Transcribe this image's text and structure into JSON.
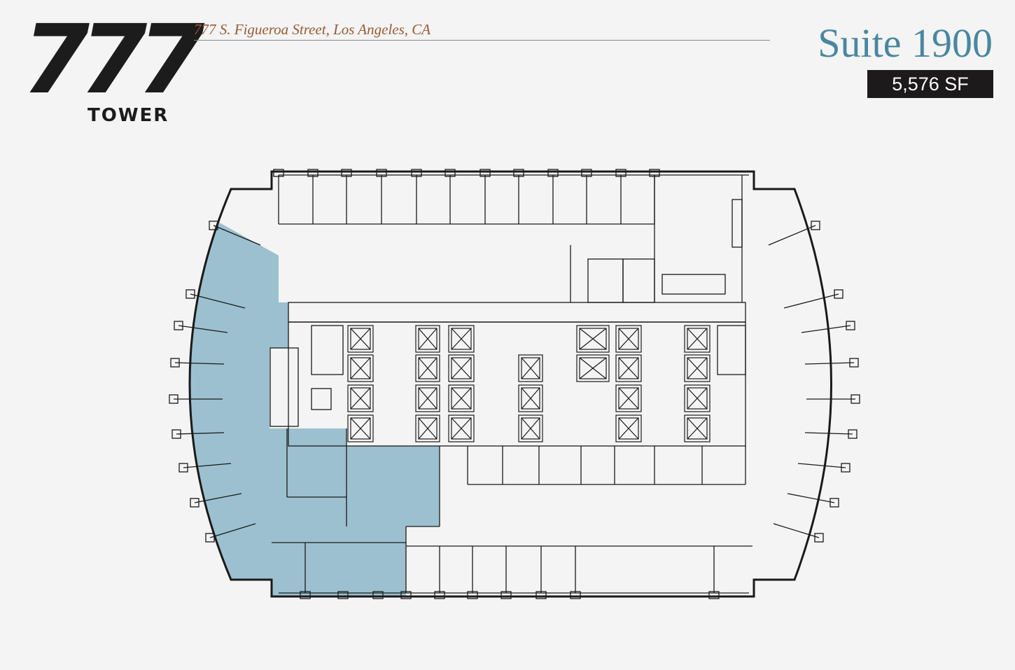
{
  "logo": {
    "number": "777",
    "word": "TOWER"
  },
  "header": {
    "address": "777 S. Figueroa Street, Los Angeles, CA",
    "suite": "Suite 1900",
    "area": "5,576 SF"
  },
  "colors": {
    "suite_highlight": "#9cc0d0",
    "accent_blue": "#4a86a0",
    "address_brown": "#9a5a35",
    "walls": "#1a1a1a"
  }
}
